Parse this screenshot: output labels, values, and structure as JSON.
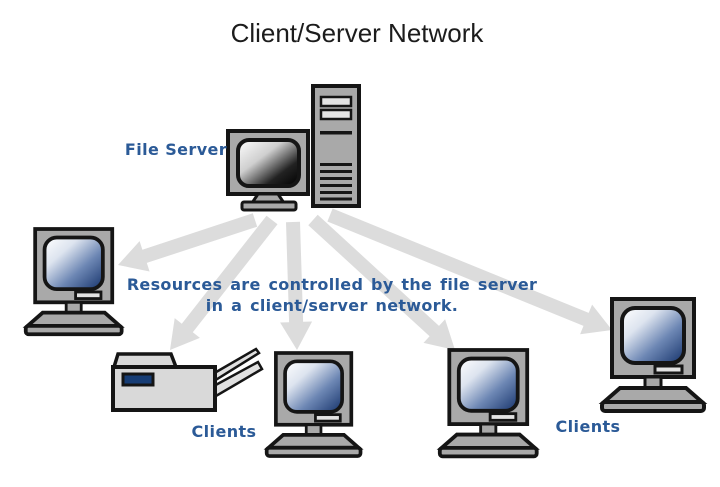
{
  "title": "Client/Server Network",
  "caption": {
    "line1": "Resources are controlled by the file server",
    "line2": "in a client/server network."
  },
  "labels": {
    "file_server": "File Server",
    "clients_bottom": "Clients",
    "clients_right": "Clients"
  },
  "colors": {
    "background": "#ffffff",
    "title_text": "#1c1c1c",
    "label_text": "#2b5a97",
    "arrow": "#dcdcdc",
    "outline": "#151515",
    "device_gray": "#a9a9a9",
    "bay_gray": "#e3e3e3",
    "printer_gray": "#d9d9d9",
    "printer_tray_gray": "#e0e0e0",
    "display_navy": "#173d75",
    "screen_navy": "#16336b",
    "screen_mid_blue": "#6d87b4",
    "screen_pale_blue": "#dde4ef",
    "screen_white": "#ffffff",
    "screen_mid_gray": "#cfcfcf",
    "screen_black": "#000000"
  },
  "network": {
    "type": "client-server",
    "hub": {
      "id": "file-server",
      "label": "File Server",
      "device": "server-with-tower"
    },
    "clients": [
      {
        "id": "client-computer-left",
        "device": "desktop-computer"
      },
      {
        "id": "printer",
        "device": "printer",
        "label_group": "Clients"
      },
      {
        "id": "client-computer-bottom-middle",
        "device": "desktop-computer",
        "label_group": "Clients"
      },
      {
        "id": "client-computer-bottom-right",
        "device": "desktop-computer"
      },
      {
        "id": "client-computer-right",
        "device": "desktop-computer",
        "label_group": "Clients"
      }
    ],
    "connections": [
      {
        "from": "file-server",
        "to": "client-computer-left"
      },
      {
        "from": "file-server",
        "to": "printer"
      },
      {
        "from": "file-server",
        "to": "client-computer-bottom-middle"
      },
      {
        "from": "file-server",
        "to": "client-computer-bottom-right"
      },
      {
        "from": "file-server",
        "to": "client-computer-right"
      }
    ]
  }
}
